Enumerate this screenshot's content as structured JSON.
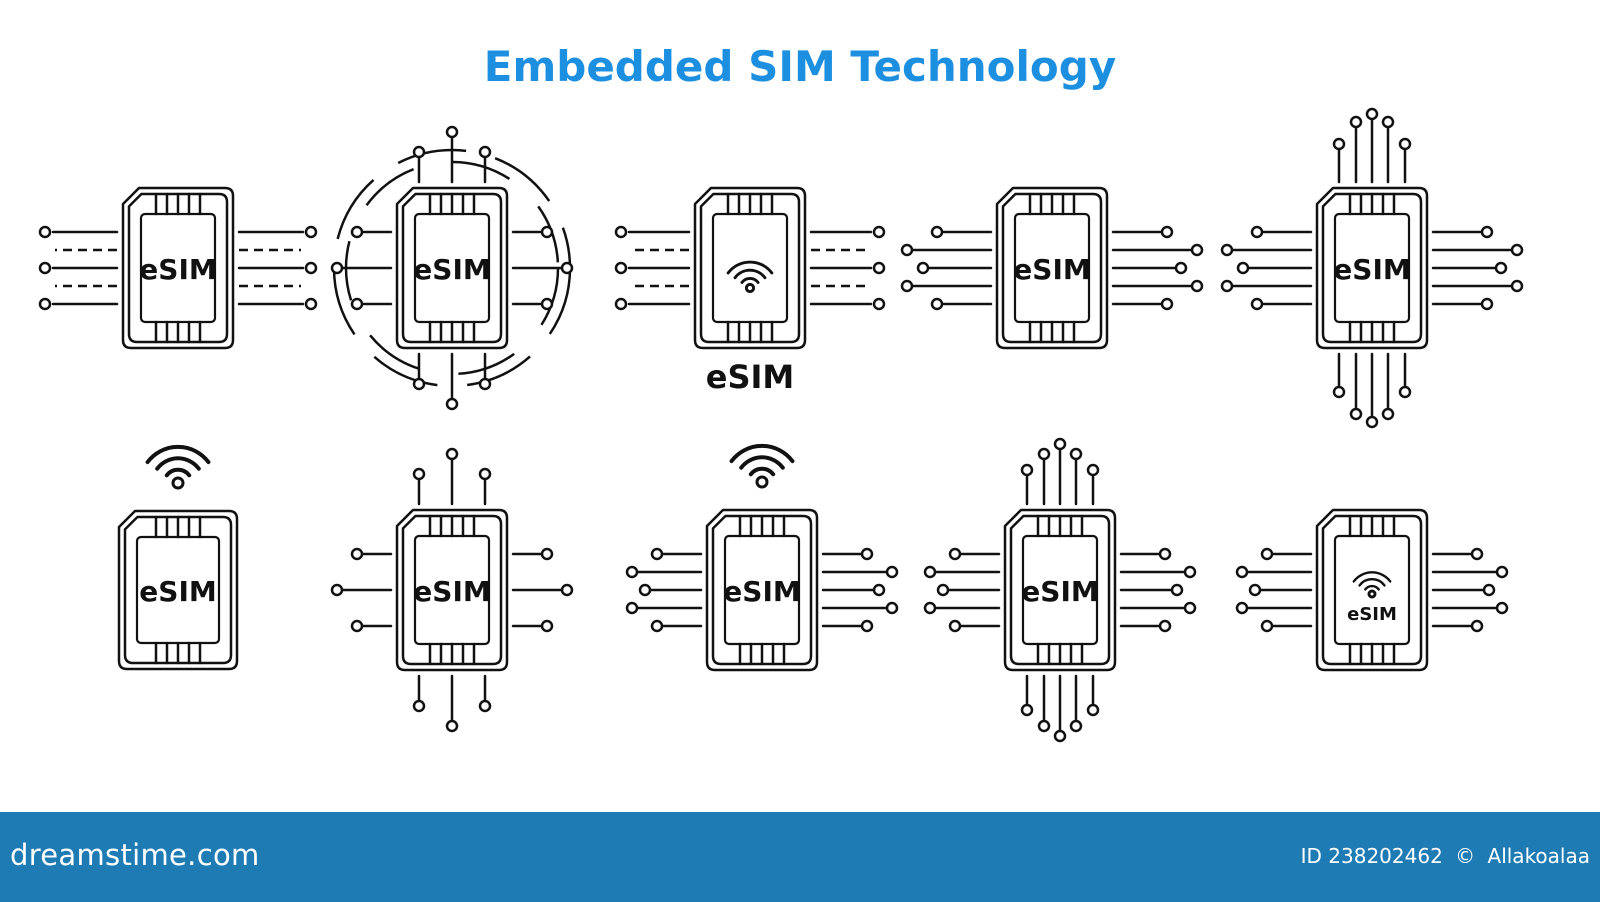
{
  "title": "Embedded SIM Technology",
  "colors": {
    "title": "#1d8fe0",
    "icon_stroke": "#111111",
    "footer_bg": "#1e7bb4",
    "footer_text": "#ffffff"
  },
  "icon_label": "eSIM",
  "icons": [
    {
      "name": "esim-circuit-icon-1",
      "variant": "lines-dots-sides"
    },
    {
      "name": "esim-circuit-icon-2",
      "variant": "circle-frame-circuit"
    },
    {
      "name": "esim-wifi-icon-3",
      "variant": "wifi-in-chip-label-below"
    },
    {
      "name": "esim-circuit-icon-4",
      "variant": "dots-sides"
    },
    {
      "name": "esim-circuit-icon-5",
      "variant": "dots-four-sides"
    },
    {
      "name": "esim-wifi-icon-6",
      "variant": "wifi-above-plain"
    },
    {
      "name": "esim-circuit-icon-7",
      "variant": "dots-four-sides"
    },
    {
      "name": "esim-wifi-icon-8",
      "variant": "wifi-above-dots-sides"
    },
    {
      "name": "esim-circuit-icon-9",
      "variant": "dots-four-sides"
    },
    {
      "name": "esim-wifi-icon-10",
      "variant": "wifi-in-chip-dots-sides"
    }
  ],
  "footer": {
    "brand": "dreamstime.com",
    "id_label": "ID 238202462",
    "copyright_symbol": "©",
    "author": "Allakoalaa"
  }
}
